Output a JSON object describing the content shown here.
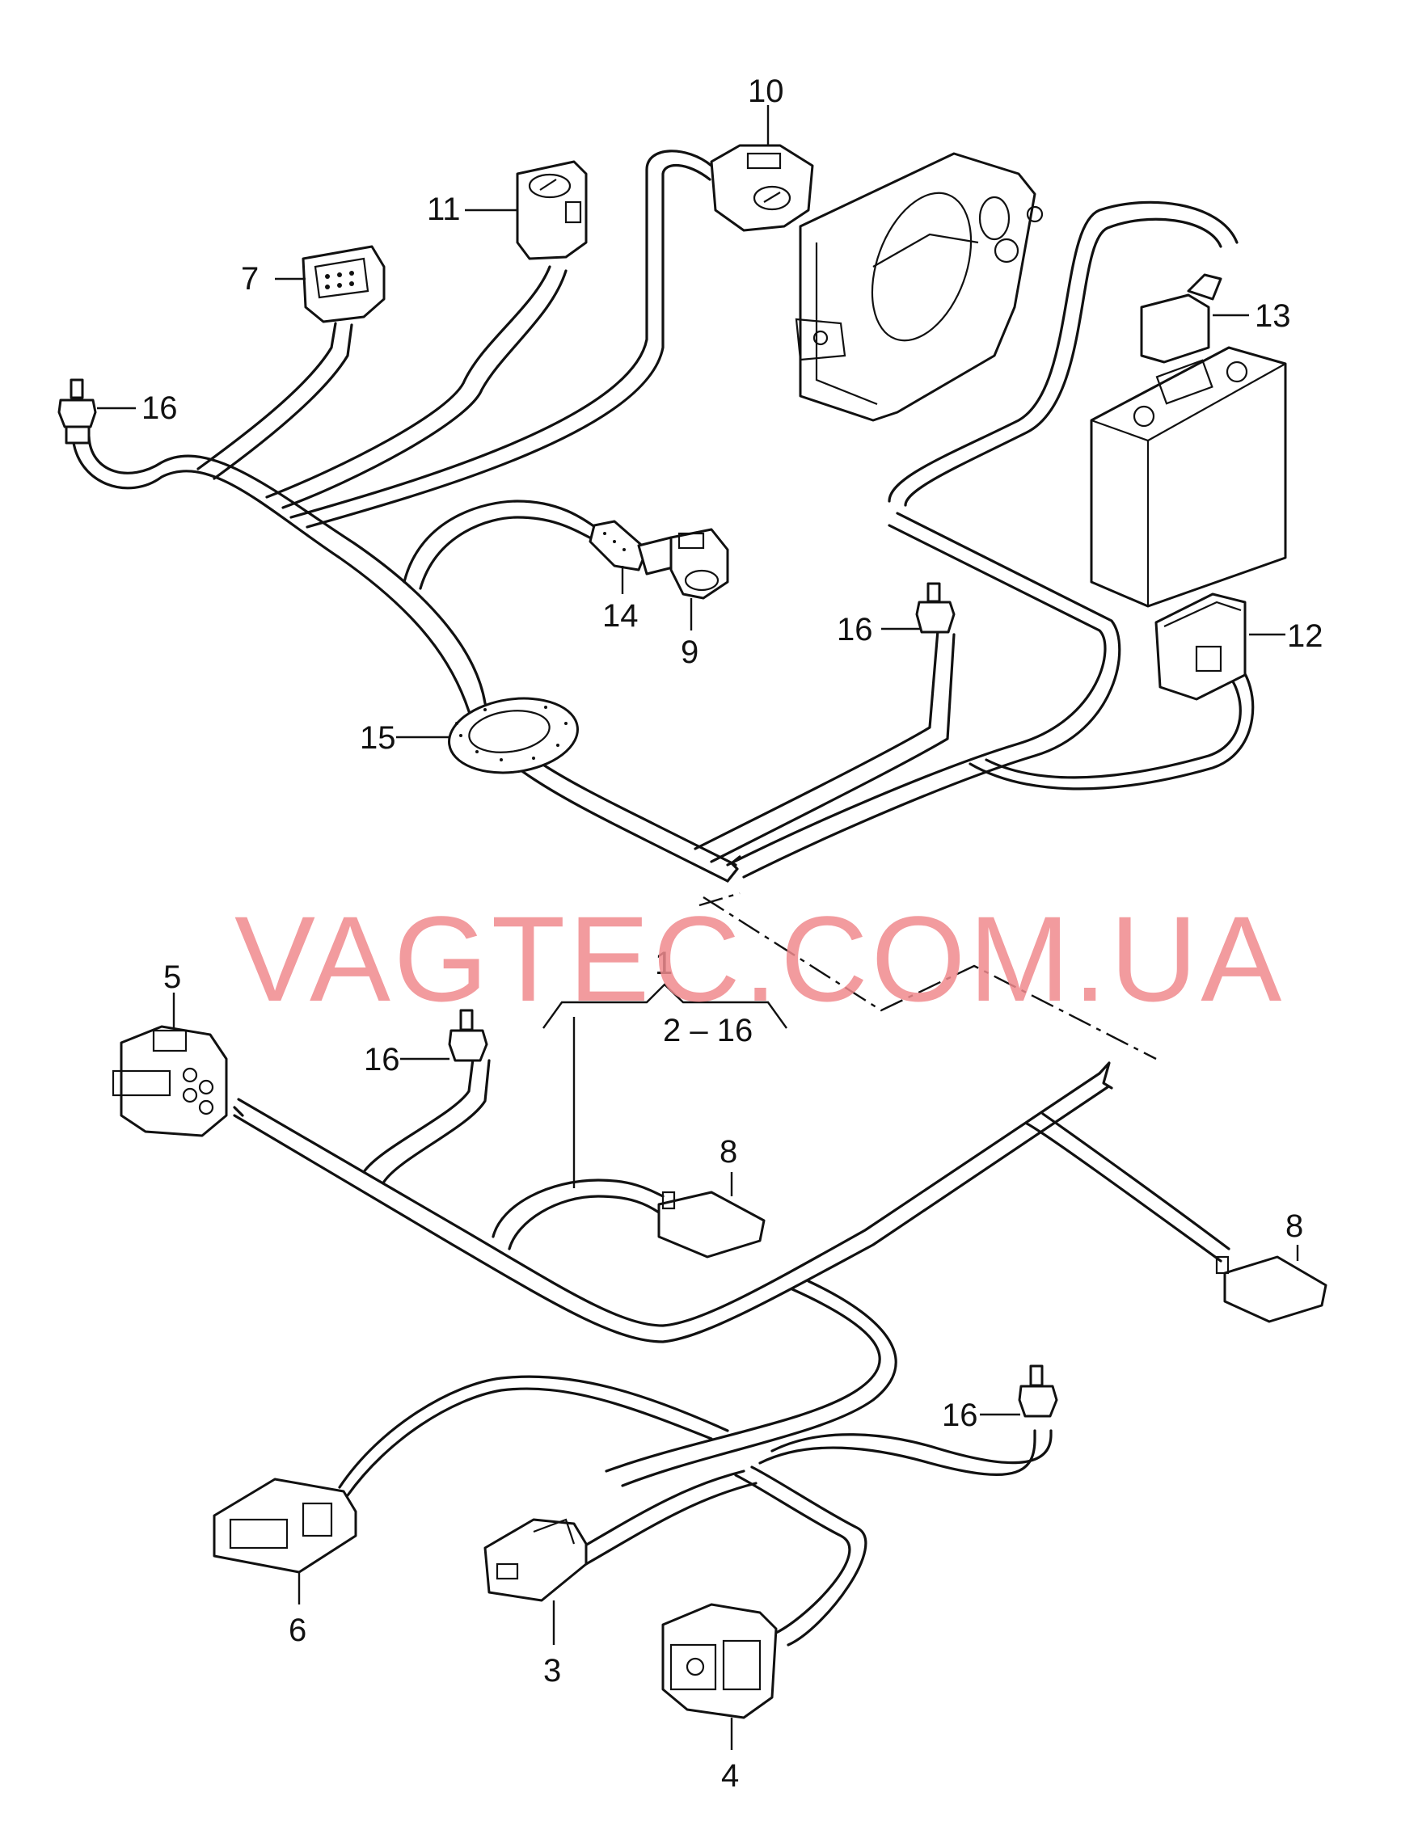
{
  "watermark": "VAGTEC.COM.UA",
  "callouts": {
    "c1": "1",
    "c2_16": "2 – 16",
    "c3": "3",
    "c4": "4",
    "c5": "5",
    "c6": "6",
    "c7": "7",
    "c8a": "8",
    "c8b": "8",
    "c9": "9",
    "c10": "10",
    "c11": "11",
    "c12": "12",
    "c13": "13",
    "c14": "14",
    "c15": "15",
    "c16a": "16",
    "c16b": "16",
    "c16c": "16",
    "c16d": "16"
  }
}
